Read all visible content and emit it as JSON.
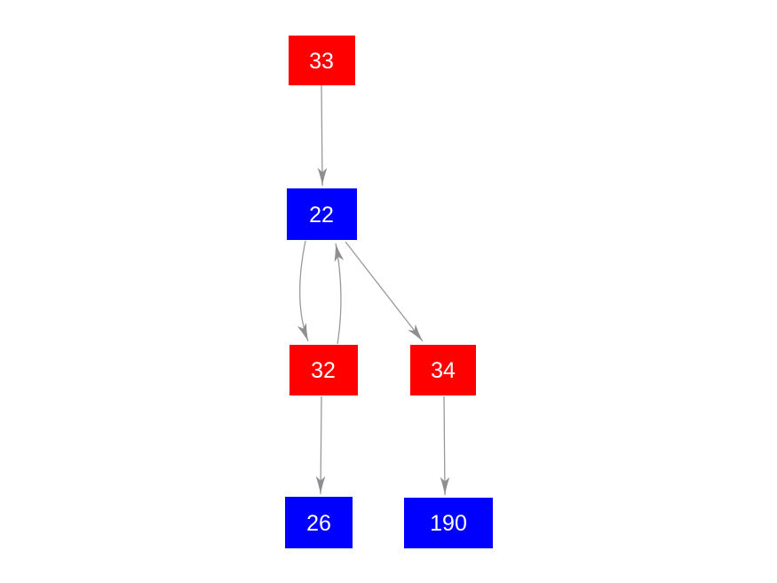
{
  "graph": {
    "background": "#ffffff",
    "edge_color": "#999999",
    "arrowhead_color": "#8f8f8f",
    "label_color": "#ffffff",
    "nodes": [
      {
        "id": "33",
        "label": "33",
        "fill": "#ff0000",
        "color_name": "red"
      },
      {
        "id": "22",
        "label": "22",
        "fill": "#0000ff",
        "color_name": "blue"
      },
      {
        "id": "32",
        "label": "32",
        "fill": "#ff0000",
        "color_name": "red"
      },
      {
        "id": "34",
        "label": "34",
        "fill": "#ff0000",
        "color_name": "red"
      },
      {
        "id": "26",
        "label": "26",
        "fill": "#0000ff",
        "color_name": "blue"
      },
      {
        "id": "190",
        "label": "190",
        "fill": "#0000ff",
        "color_name": "blue"
      }
    ],
    "edges": [
      {
        "from": "33",
        "to": "22",
        "style": "straight"
      },
      {
        "from": "22",
        "to": "32",
        "style": "curved-left"
      },
      {
        "from": "32",
        "to": "22",
        "style": "curved-right"
      },
      {
        "from": "22",
        "to": "34",
        "style": "straight-diagonal"
      },
      {
        "from": "32",
        "to": "26",
        "style": "straight"
      },
      {
        "from": "34",
        "to": "190",
        "style": "straight"
      }
    ]
  }
}
